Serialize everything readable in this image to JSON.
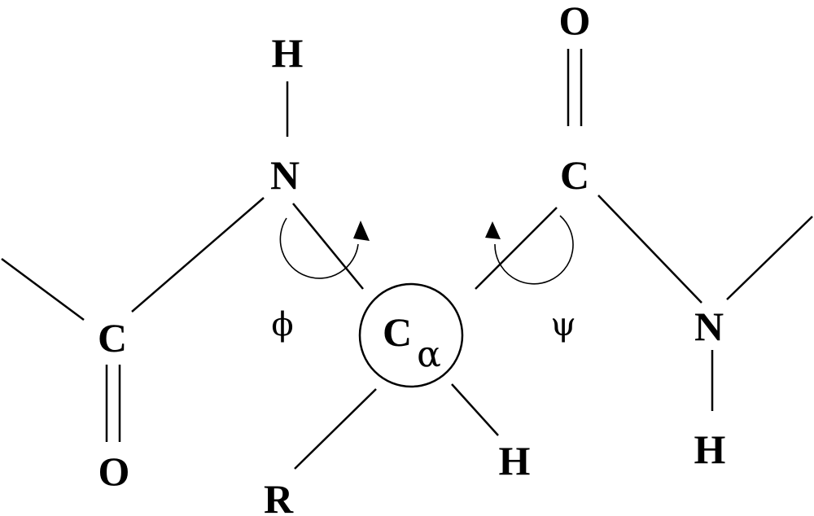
{
  "atoms": {
    "h_top": "H",
    "n_left": "N",
    "c_left": "C",
    "o_left": "O",
    "c_right": "C",
    "o_right": "O",
    "n_right": "N",
    "h_bottom_right": "H",
    "r_group": "R",
    "h_alpha": "H",
    "c_alpha": "C",
    "c_alpha_sub": "α"
  },
  "angles": {
    "phi": "ϕ",
    "psi": "ψ"
  },
  "colors": {
    "ink": "#000000",
    "background": "#ffffff"
  }
}
